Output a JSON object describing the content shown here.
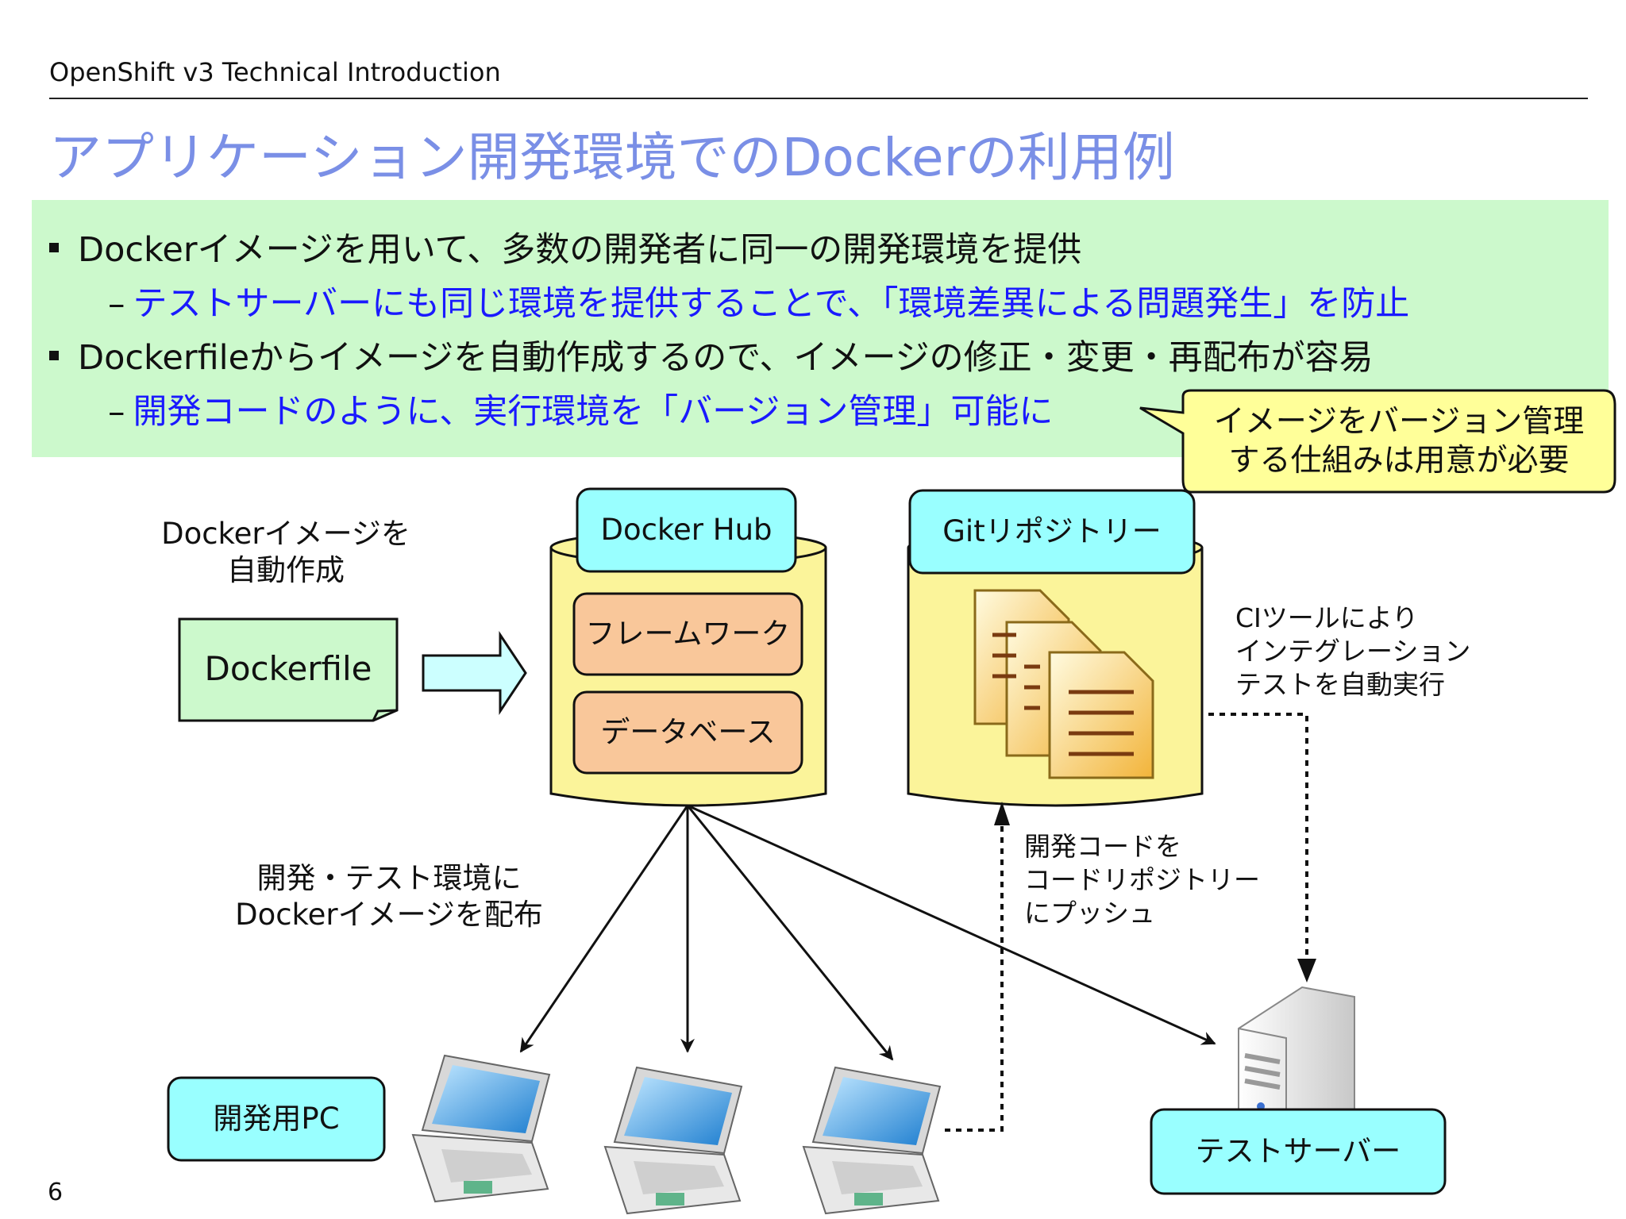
{
  "header": {
    "title": "OpenShift v3 Technical Introduction"
  },
  "slide": {
    "title": "アプリケーション開発環境でのDockerの利用例",
    "page_number": "6"
  },
  "bullets": [
    {
      "text": "Dockerイメージを用いて、多数の開発者に同一の開発環境を提供",
      "sub": "テストサーバーにも同じ環境を提供することで、「環境差異による問題発生」を防止"
    },
    {
      "text": "Dockerfileからイメージを自動作成するので、イメージの修正・変更・再配布が容易",
      "sub": "開発コードのように、実行環境を「バージョン管理」可能に"
    }
  ],
  "callout": {
    "line1": "イメージをバージョン管理",
    "line2": "する仕組みは用意が必要"
  },
  "diagram": {
    "dockerfile_caption": {
      "line1": "Dockerイメージを",
      "line2": "自動作成"
    },
    "dockerfile_label": "Dockerfile",
    "docker_hub_label": "Docker Hub",
    "framework_label": "フレームワーク",
    "database_label": "データベース",
    "git_repo_label": "Gitリポジトリー",
    "ci_caption": {
      "line1": "CIツールにより",
      "line2": "インテグレーション",
      "line3": "テストを自動実行"
    },
    "distribute_caption": {
      "line1": "開発・テスト環境に",
      "line2": "Dockerイメージを配布"
    },
    "push_caption": {
      "line1": "開発コードを",
      "line2": "コードリポジトリー",
      "line3": "にプッシュ"
    },
    "dev_pc_label": "開発用PC",
    "test_server_label": "テストサーバー"
  },
  "colors": {
    "title_blue": "#7a8fe6",
    "bullet_sub_blue": "#1a1aff",
    "green_panel": "#ccf9cc",
    "cyan_label": "#99ffff",
    "cylinder_yellow": "#fbf49a",
    "orange_box": "#f9c79a",
    "callout_yellow": "#ffff99"
  }
}
